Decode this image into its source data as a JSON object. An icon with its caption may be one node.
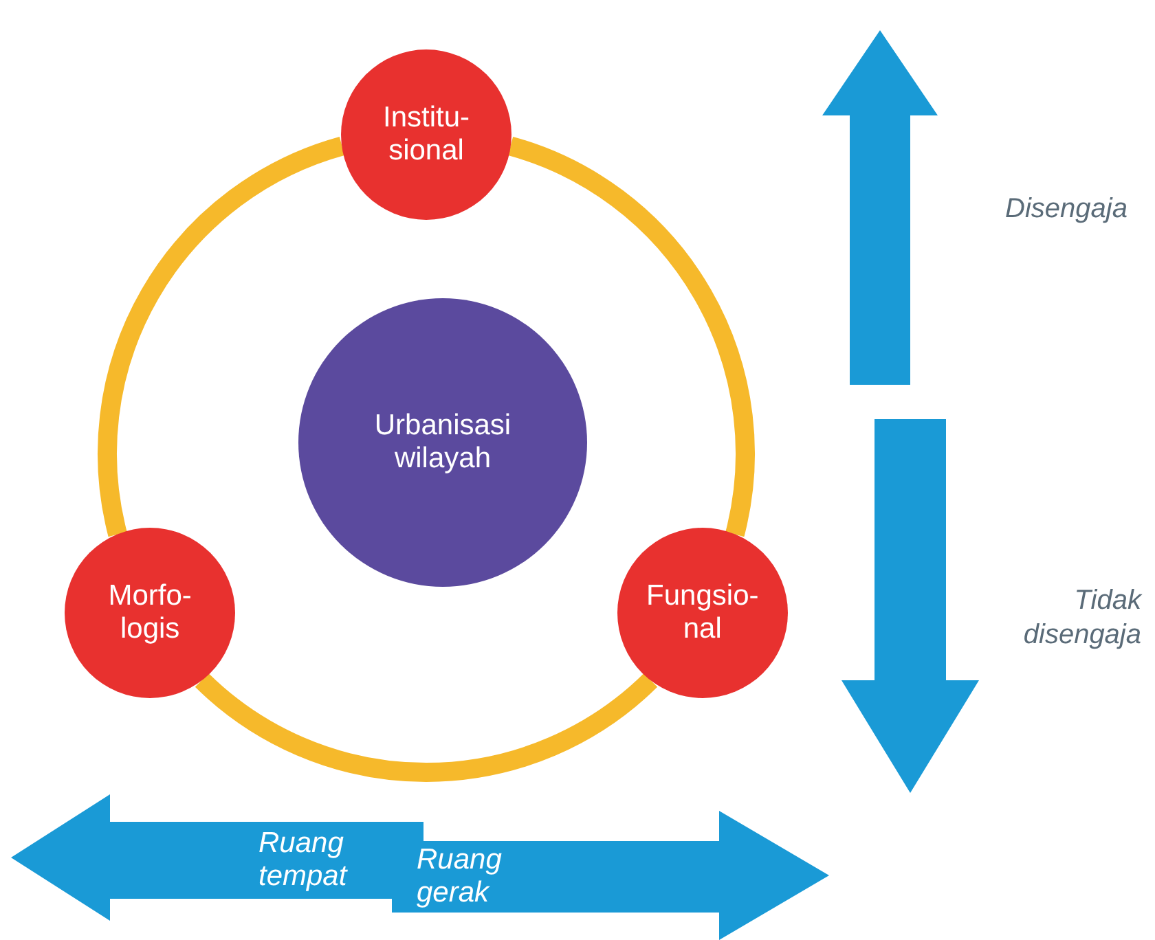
{
  "diagram": {
    "nodes": [
      {
        "text": [
          "Urbanisasi wilayah"
        ]
      },
      {
        "text": [
          "Institu- sional"
        ]
      },
      {
        "text": [
          "Morfo- logis"
        ]
      },
      {
        "text": [
          "Fungsio- nal"
        ]
      },
      {
        "text": [],
        "shape": "arrow",
        "beside": [
          "Disengaja"
        ]
      },
      {
        "text": [],
        "shape": "arrow",
        "beside": [
          "Tidak disengaja"
        ]
      },
      {
        "text": [
          "Ruang tempat"
        ]
      },
      {
        "text": [
          "Ruang gerak"
        ]
      }
    ],
    "edges": [
      {
        "from": 1,
        "to": 3,
        "arrow": "none"
      },
      {
        "from": 3,
        "to": 2,
        "arrow": "none"
      },
      {
        "from": 2,
        "to": 1,
        "arrow": "none"
      }
    ]
  }
}
